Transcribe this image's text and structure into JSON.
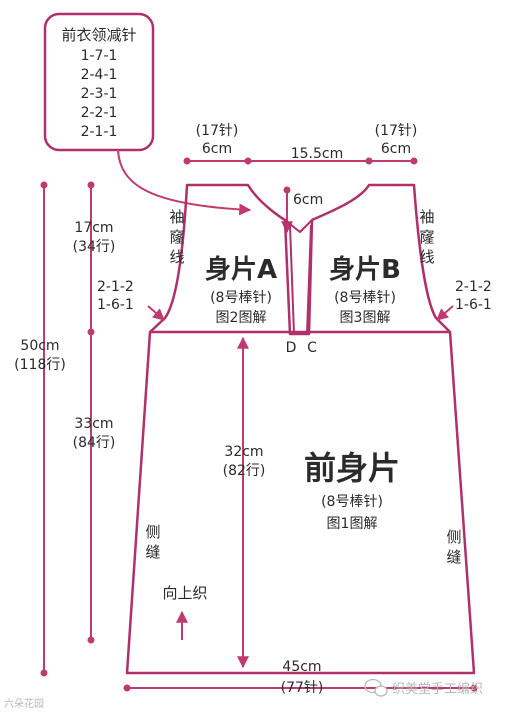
{
  "neck_decrease_box": {
    "title": "前衣领减针",
    "rows": [
      "1-7-1",
      "2-4-1",
      "2-3-1",
      "2-2-1",
      "2-1-1"
    ]
  },
  "top_dimensions": {
    "left_stitches": "(17针)",
    "left_width": "6cm",
    "center_width": "15.5cm",
    "right_stitches": "(17针)",
    "right_width": "6cm",
    "neck_depth": "6cm"
  },
  "left_dimensions": {
    "total_length": "50cm",
    "total_rows": "(118行)",
    "armhole_length": "17cm",
    "armhole_rows": "(34行)",
    "body_length": "33cm",
    "body_rows": "(84行)"
  },
  "armhole_decrease": {
    "left": [
      "2-1-2",
      "1-6-1"
    ],
    "right": [
      "2-1-2",
      "1-6-1"
    ]
  },
  "armhole_line_label": {
    "left": [
      "袖",
      "窿",
      "线"
    ],
    "right": [
      "袖",
      "窿",
      "线"
    ]
  },
  "piece_a": {
    "title": "身片A",
    "needle": "(8号棒针)",
    "ref": "图2图解"
  },
  "piece_b": {
    "title": "身片B",
    "needle": "(8号棒针)",
    "ref": "图3图解"
  },
  "points": {
    "d": "D",
    "c": "C"
  },
  "front_body": {
    "title": "前身片",
    "needle": "(8号棒针)",
    "ref": "图1图解",
    "inner_length": "32cm",
    "inner_rows": "(82行)"
  },
  "side_seam_label": {
    "left": [
      "侧",
      "缝"
    ],
    "right": [
      "侧",
      "缝"
    ]
  },
  "knit_direction": "向上织",
  "bottom_dimensions": {
    "width": "45cm",
    "stitches": "(77针)"
  },
  "watermarks": {
    "left": "六朵花园",
    "right": "织美堂手工编织"
  },
  "colors": {
    "outline": "#b0306a",
    "arrow": "#c03a72",
    "text": "#2b2b2b"
  }
}
